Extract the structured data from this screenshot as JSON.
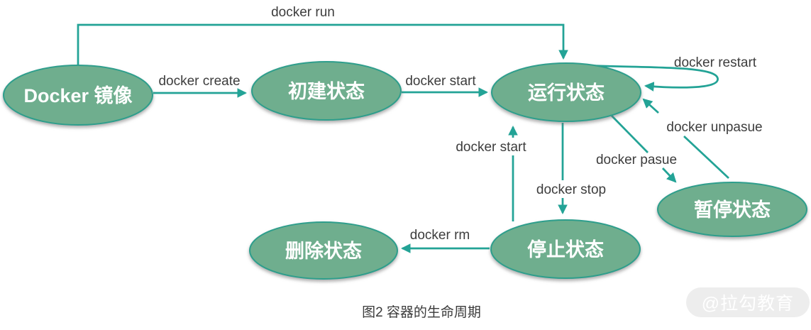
{
  "diagram": {
    "title_caption": "图2 容器的生命周期",
    "watermark": "@拉勾教育",
    "colors": {
      "node_fill": "#6fae8e",
      "node_stroke": "#2e9e8c",
      "edge": "#23a396",
      "edge_label": "#3d3d3d",
      "node_text": "#ffffff",
      "watermark_bg": "#ededed",
      "watermark_text": "#ffffff"
    },
    "nodes": [
      {
        "id": "image",
        "label": "Docker 镜像"
      },
      {
        "id": "created",
        "label": "初建状态"
      },
      {
        "id": "running",
        "label": "运行状态"
      },
      {
        "id": "paused",
        "label": "暂停状态"
      },
      {
        "id": "stopped",
        "label": "停止状态"
      },
      {
        "id": "deleted",
        "label": "删除状态"
      }
    ],
    "edges": [
      {
        "label": "docker run",
        "from": "image",
        "to": "running"
      },
      {
        "label": "docker create",
        "from": "image",
        "to": "created"
      },
      {
        "label": "docker start",
        "from": "created",
        "to": "running"
      },
      {
        "label": "docker restart",
        "from": "running",
        "to": "running"
      },
      {
        "label": "docker pasue",
        "from": "running",
        "to": "paused"
      },
      {
        "label": "docker unpasue",
        "from": "paused",
        "to": "running"
      },
      {
        "label": "docker stop",
        "from": "running",
        "to": "stopped"
      },
      {
        "label": "docker start",
        "from": "stopped",
        "to": "running"
      },
      {
        "label": "docker rm",
        "from": "stopped",
        "to": "deleted"
      }
    ]
  }
}
